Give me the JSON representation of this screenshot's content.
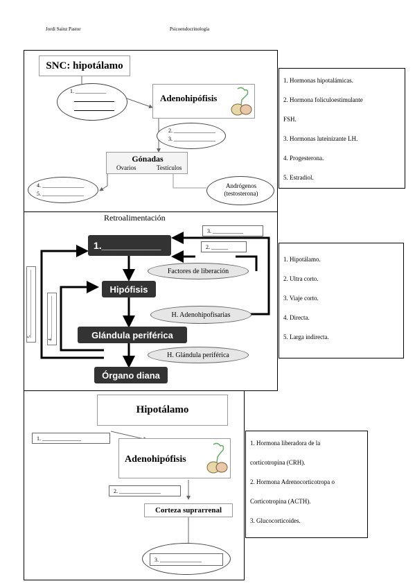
{
  "header": {
    "author": "Jordi Sainz Pastor",
    "subject": "Psicoendocrinología"
  },
  "panel1": {
    "snc": "SNC: hipotálamo",
    "blank1": "1. ___________",
    "adeno": "Adenohipófisis",
    "blank2": "2. _______________",
    "blank3": "3. _______________",
    "gonadas": "Gónadas",
    "ovarios": "Ovarios",
    "testiculos": "Testículos",
    "blank4": "4. _______________",
    "blank5": "5. _______________",
    "androgenos": "Andrógenos",
    "testosterona": "(testosterona)",
    "legend": [
      "1. Hormonas hipotalámicas.",
      "2. Hormona foliculoestimulante",
      "FSH.",
      "3. Hormonas luteinizante LH.",
      "4. Progesterona.",
      "5. Estradiol."
    ]
  },
  "panel2": {
    "title": "Retroalimentación",
    "blank3": "3. ___________",
    "blank2": "2. ______",
    "box1": "1.___________",
    "factores": "Factores de liberación",
    "hipofisis": "Hipófisis",
    "hadeno": "H. Adenohipofisarias",
    "glandula": "Glándula periférica",
    "hglandula": "H. Glándula periférica",
    "organo": "Órgano diana",
    "vert5": "5.",
    "vert4": "4.",
    "legend": [
      "1. Hipotálamo.",
      "2. Ultra corto.",
      "3. Viaje corto.",
      "4. Directa.",
      "5. Larga indirecta."
    ]
  },
  "panel3": {
    "hipotalamo": "Hipotálamo",
    "blank1": "1. ______________",
    "adeno": "Adenohipófisis",
    "blank2": "2. _______________",
    "corteza": "Corteza suprarrenal",
    "blank3": "3. _______________",
    "legend": [
      "1. Hormona liberadora de la",
      "corticotropina (CRH).",
      "2. Hormona Adrenocorticotropa o",
      "Corticotropina (ACTH).",
      "3. Glucocorticoides."
    ]
  }
}
